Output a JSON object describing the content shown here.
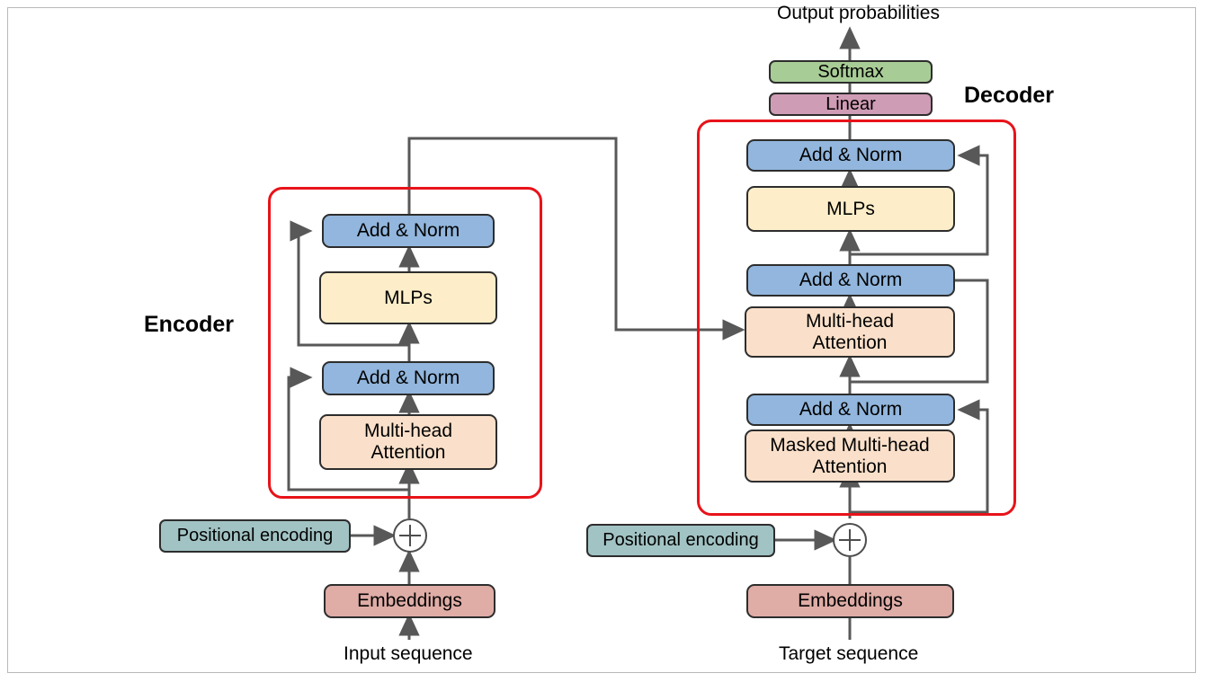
{
  "diagram": {
    "title_top": "Output probabilities",
    "encoder_label": "Encoder",
    "decoder_label": "Decoder",
    "input_caption": "Input sequence",
    "target_caption": "Target sequence"
  },
  "colors": {
    "addnorm": "#92b6dd",
    "mlp": "#fdeec9",
    "attention": "#fae0ca",
    "positional": "#a2c3c4",
    "embeddings": "#dfaca6",
    "softmax": "#a8cc96",
    "linear": "#cf9cb5",
    "group_outline": "#e8131a",
    "wire": "#585858",
    "border": "#2d2d2d"
  },
  "encoder": {
    "blocks": [
      {
        "id": "enc-add-norm-2",
        "label": "Add & Norm"
      },
      {
        "id": "enc-mlps",
        "label": "MLPs"
      },
      {
        "id": "enc-add-norm-1",
        "label": "Add & Norm"
      },
      {
        "id": "enc-attention",
        "label": "Multi-head\nAttention"
      }
    ],
    "positional": "Positional encoding",
    "embeddings": "Embeddings",
    "add_symbol": "plus-circle"
  },
  "decoder": {
    "softmax": "Softmax",
    "linear": "Linear",
    "blocks": [
      {
        "id": "dec-add-norm-3",
        "label": "Add & Norm"
      },
      {
        "id": "dec-mlps",
        "label": "MLPs"
      },
      {
        "id": "dec-add-norm-2",
        "label": "Add & Norm"
      },
      {
        "id": "dec-cross-attention",
        "label": "Multi-head\nAttention"
      },
      {
        "id": "dec-add-norm-1",
        "label": "Add & Norm"
      },
      {
        "id": "dec-masked-attention",
        "label": "Masked Multi-head\nAttention"
      }
    ],
    "positional": "Positional encoding",
    "embeddings": "Embeddings",
    "add_symbol": "plus-circle"
  }
}
